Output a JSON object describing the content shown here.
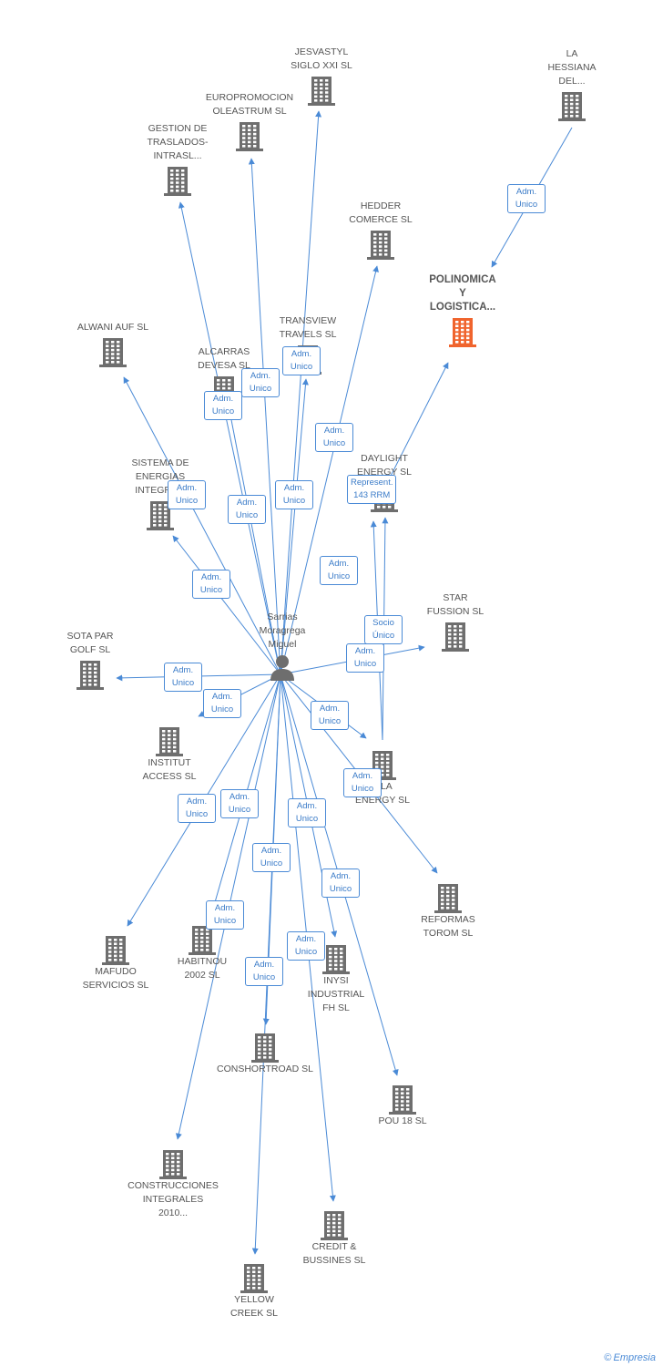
{
  "person": {
    "label": "Sarrias\nMoragrega\nMiguel"
  },
  "companies": [
    {
      "id": "jesvastyl",
      "label": "JESVASTYL\nSIGLO XXI SL"
    },
    {
      "id": "la-hessiana",
      "label": "LA\nHESSIANA\nDEL..."
    },
    {
      "id": "europromocion",
      "label": "EUROPROMOCION\nOLEASTRUM SL"
    },
    {
      "id": "gestion-traslados",
      "label": "GESTION DE\nTRASLADOS-\nINTRASL..."
    },
    {
      "id": "hedder",
      "label": "HEDDER\nCOMERCE SL"
    },
    {
      "id": "polinomica",
      "label": "POLINOMICA\nY\nLOGISTICA...",
      "focus": true
    },
    {
      "id": "alwani",
      "label": "ALWANI AUF SL"
    },
    {
      "id": "transview",
      "label": "TRANSVIEW\nTRAVELS SL"
    },
    {
      "id": "alcarras",
      "label": "ALCARRAS\nDEVESA SL"
    },
    {
      "id": "daylight",
      "label": "DAYLIGHT\nENERGY SL"
    },
    {
      "id": "sistema",
      "label": "SISTEMA DE\nENERGIAS\nINTEGRA..."
    },
    {
      "id": "star-fussion",
      "label": "STAR\nFUSSION SL"
    },
    {
      "id": "sota-par",
      "label": "SOTA PAR\nGOLF SL"
    },
    {
      "id": "institut",
      "label": "INSTITUT\nACCESS SL"
    },
    {
      "id": "tesla-energy",
      "label": "...LA\nENERGY SL"
    },
    {
      "id": "reformas",
      "label": "REFORMAS\nTOROM SL"
    },
    {
      "id": "mafudo",
      "label": "MAFUDO\nSERVICIOS SL"
    },
    {
      "id": "habitnou",
      "label": "HABITNOU\n2002 SL"
    },
    {
      "id": "insyi",
      "label": "INYSI\nINDUSTRIAL\nFH SL"
    },
    {
      "id": "conshortroad",
      "label": "CONSHORTROAD SL"
    },
    {
      "id": "pou18",
      "label": "POU 18 SL"
    },
    {
      "id": "construcciones",
      "label": "CONSTRUCCIONES\nINTEGRALES\n2010..."
    },
    {
      "id": "credit",
      "label": "CREDIT &\nBUSSINES SL"
    },
    {
      "id": "yellow",
      "label": "YELLOW\nCREEK SL"
    }
  ],
  "relations": [
    {
      "id": "r-hessiana",
      "label": "Adm.\nUnico"
    },
    {
      "id": "r-transview",
      "label": "Adm.\nUnico"
    },
    {
      "id": "r-alcarras",
      "label": "Adm.\nUnico"
    },
    {
      "id": "r-gestion",
      "label": "Adm.\nUnico"
    },
    {
      "id": "r-hedder",
      "label": "Adm.\nUnico"
    },
    {
      "id": "r-daylight",
      "label": "Represent.\n143 RRM"
    },
    {
      "id": "r-sistema",
      "label": "Adm.\nUnico"
    },
    {
      "id": "r-europromocion",
      "label": "Adm.\nUnico"
    },
    {
      "id": "r-jesvastyl",
      "label": "Adm.\nUnico"
    },
    {
      "id": "r-polinomica",
      "label": "Adm.\nUnico"
    },
    {
      "id": "r-alwani",
      "label": "Adm.\nUnico"
    },
    {
      "id": "r-socio",
      "label": "Socio\nÚnico"
    },
    {
      "id": "r-star",
      "label": "Adm.\nUnico"
    },
    {
      "id": "r-sota",
      "label": "Adm.\nUnico"
    },
    {
      "id": "r-institut",
      "label": "Adm.\nUnico"
    },
    {
      "id": "r-tesla",
      "label": "Adm.\nUnico"
    },
    {
      "id": "r-reformas",
      "label": "Adm.\nUnico"
    },
    {
      "id": "r-mafudo",
      "label": "Adm.\nUnico"
    },
    {
      "id": "r-habitnou",
      "label": "Adm.\nUnico"
    },
    {
      "id": "r-insyi",
      "label": "Adm.\nUnico"
    },
    {
      "id": "r-pou",
      "label": "Adm.\nUnico"
    },
    {
      "id": "r-conshortroad",
      "label": "Adm.\nUnico"
    },
    {
      "id": "r-construcciones",
      "label": "Adm.\nUnico"
    },
    {
      "id": "r-credit",
      "label": "Adm.\nUnico"
    },
    {
      "id": "r-yellow",
      "label": "Adm.\nUnico"
    }
  ],
  "brand": {
    "copyright": "©",
    "name": "Empresia"
  },
  "colors": {
    "edge": "#4a8ad6",
    "building": "#6e6e6e",
    "focus_building": "#f0642d",
    "person": "#6e6e6e"
  }
}
